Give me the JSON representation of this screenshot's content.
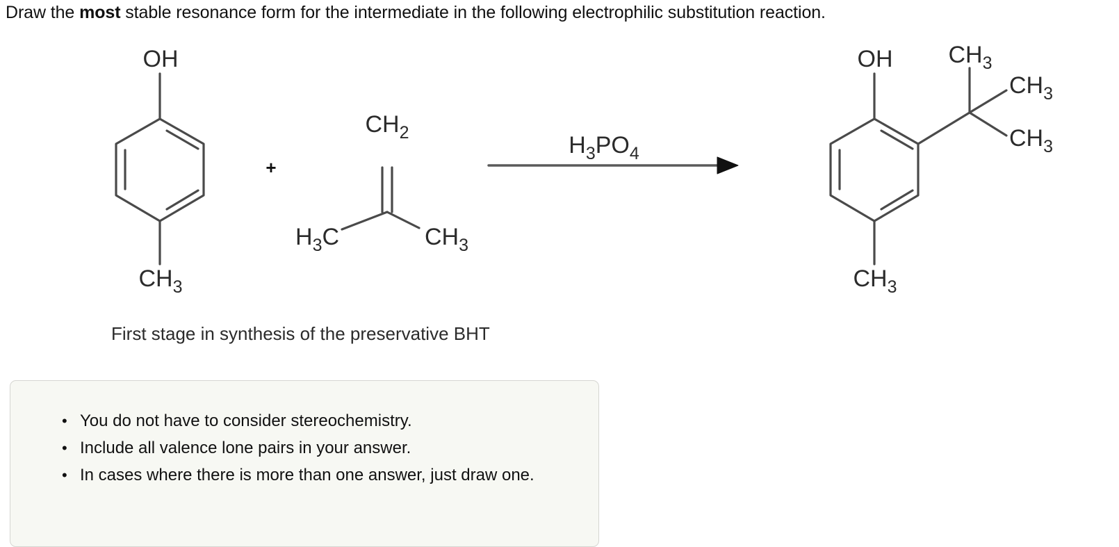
{
  "prompt": {
    "before": "Draw the ",
    "emphasis": "most",
    "after": " stable resonance form for the intermediate in the following electrophilic substitution reaction."
  },
  "scheme": {
    "caption": "First stage in synthesis of the preservative BHT",
    "plus_sign": "+",
    "arrow_reagent": "H",
    "reagent": {
      "formula_parts": [
        "H",
        "3",
        "PO",
        "4"
      ],
      "text": "H3PO4"
    },
    "reactant_phenol": {
      "name": "4-methylphenol",
      "labels": {
        "hydroxyl": "OH",
        "methyl_head": "CH",
        "methyl_sub": "3"
      }
    },
    "reactant_alkene": {
      "name": "2-methylpropene",
      "labels": {
        "vinyl_head": "CH",
        "vinyl_sub": "2",
        "methyl_left_head": "H",
        "methyl_left_sub": "3",
        "methyl_left_tail": "C",
        "methyl_right_head": "CH",
        "methyl_right_sub": "3"
      }
    },
    "product": {
      "name": "2-tert-butyl-4-methylphenol",
      "labels": {
        "hydroxyl": "OH",
        "ring_methyl_head": "CH",
        "ring_methyl_sub": "3",
        "tbu_methyl_top_head": "CH",
        "tbu_methyl_top_sub": "3",
        "tbu_methyl_upper_head": "CH",
        "tbu_methyl_upper_sub": "3",
        "tbu_methyl_lower_head": "CH",
        "tbu_methyl_lower_sub": "3"
      }
    }
  },
  "notes": {
    "bullet_glyph": "•",
    "items": [
      "You do not have to consider stereochemistry.",
      "Include all valence lone pairs in your answer.",
      "In cases where there is more than one answer, just draw one."
    ]
  },
  "colors": {
    "page_background": "#ffffff",
    "text": "#111111",
    "structure_stroke": "#4a4a4a",
    "caption_text": "#2b2b2b",
    "notes_background": "#f7f8f3",
    "notes_border": "#d6d6d2"
  }
}
